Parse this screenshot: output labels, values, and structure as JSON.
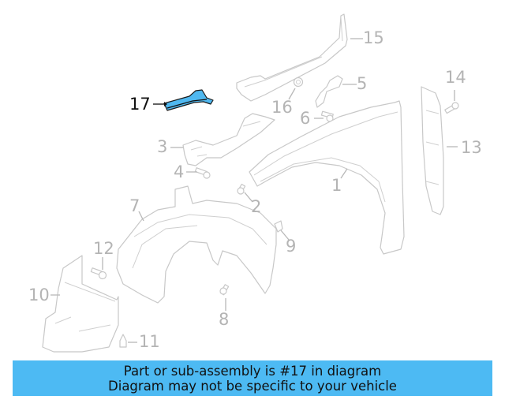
{
  "diagram": {
    "highlight_color": "#4dbaf3",
    "line_color": "#c8c8c8",
    "callouts": [
      {
        "id": "1",
        "label": "1"
      },
      {
        "id": "2",
        "label": "2"
      },
      {
        "id": "3",
        "label": "3"
      },
      {
        "id": "4",
        "label": "4"
      },
      {
        "id": "5",
        "label": "5"
      },
      {
        "id": "6",
        "label": "6"
      },
      {
        "id": "7",
        "label": "7"
      },
      {
        "id": "8",
        "label": "8"
      },
      {
        "id": "9",
        "label": "9"
      },
      {
        "id": "10",
        "label": "10"
      },
      {
        "id": "11",
        "label": "11"
      },
      {
        "id": "12",
        "label": "12"
      },
      {
        "id": "13",
        "label": "13"
      },
      {
        "id": "14",
        "label": "14"
      },
      {
        "id": "15",
        "label": "15"
      },
      {
        "id": "16",
        "label": "16"
      },
      {
        "id": "17",
        "label": "17",
        "highlighted": true
      }
    ]
  },
  "banner": {
    "line1": "Part or sub-assembly is #17 in diagram",
    "line2": "Diagram may not be specific to your vehicle"
  }
}
